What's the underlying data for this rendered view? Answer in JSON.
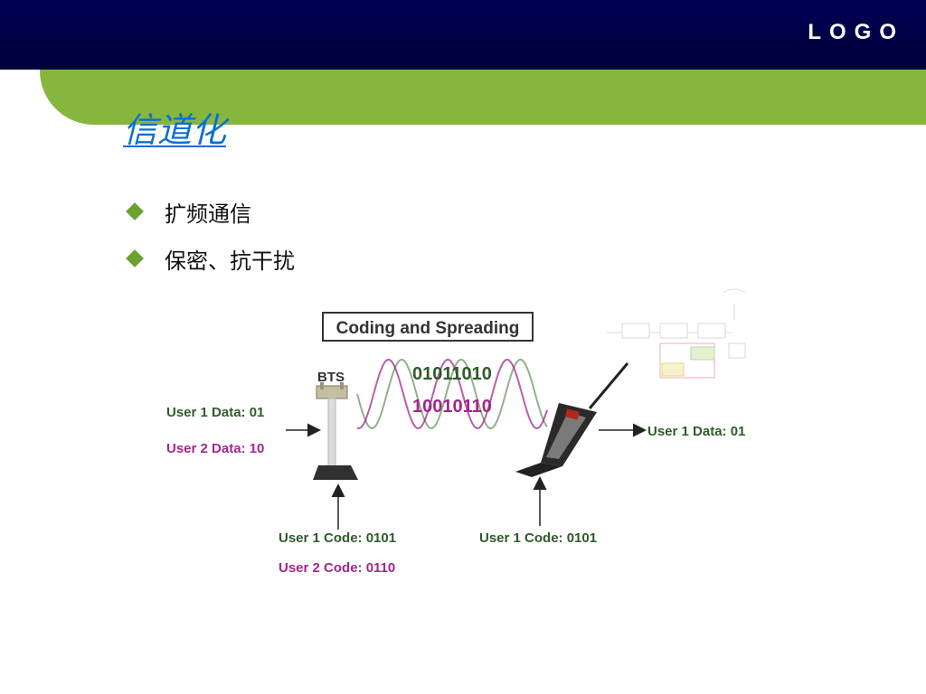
{
  "header": {
    "logo": "LOGO"
  },
  "slide": {
    "title": "信道化",
    "bullets": [
      "扩频通信",
      "保密、抗干扰"
    ]
  },
  "diagram": {
    "heading": "Coding and Spreading",
    "bts_label": "BTS",
    "code1": "01011010",
    "code2": "10010110",
    "user1_data_in": "User 1 Data: 01",
    "user2_data_in": "User 2 Data: 10",
    "user1_data_out": "User 1 Data: 01",
    "user1_code_tx": "User 1 Code: 0101",
    "user2_code_tx": "User 2 Code: 0110",
    "user1_code_rx": "User 1 Code: 0101",
    "colors": {
      "user1": "#2e5b2a",
      "user2": "#a3268c",
      "wave": "#8fb28a"
    }
  }
}
